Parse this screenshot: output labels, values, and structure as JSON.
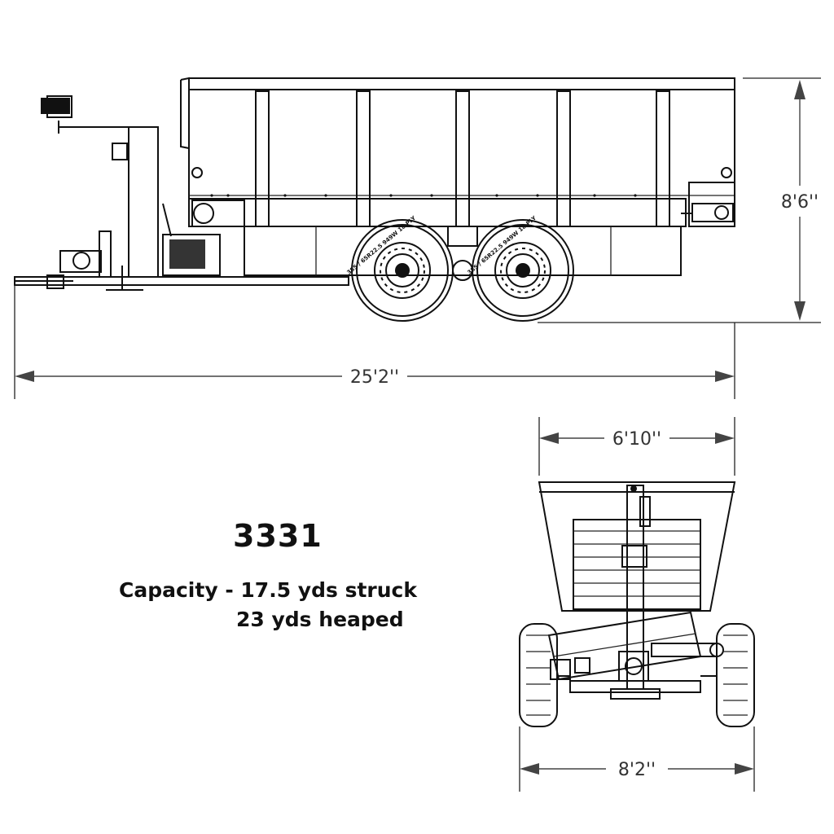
{
  "model": "3331",
  "capacity": {
    "line1": "Capacity - 17.5 yds struck",
    "line2": "23 yds heaped"
  },
  "dimensions": {
    "overall_length": "25'2''",
    "height": "8'6''",
    "body_width": "6'10''",
    "overall_width": "8'2''"
  },
  "tire_label": "385 / 65R22.5 949W 18 PLY"
}
